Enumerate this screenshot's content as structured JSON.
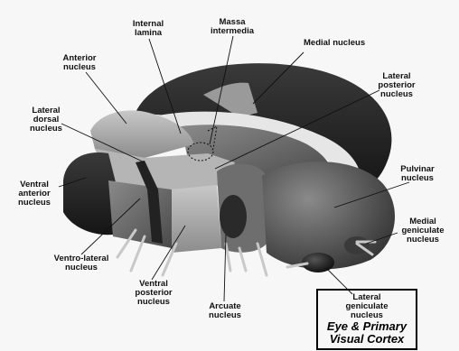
{
  "labels": {
    "internal_lamina": "Internal\nlamina",
    "massa_intermedia": "Massa\nintermedia",
    "medial_nucleus": "Medial nucleus",
    "anterior_nucleus": "Anterior\nnucleus",
    "lateral_posterior_nucleus": "Lateral\nposterior\nnucleus",
    "lateral_dorsal_nucleus": "Lateral\ndorsal\nnucleus",
    "pulvinar_nucleus": "Pulvinar\nnucleus",
    "ventral_anterior_nucleus": "Ventral\nanterior\nnucleus",
    "medial_geniculate_nucleus": "Medial\ngeniculate\nnucleus",
    "ventro_lateral_nucleus": "Ventro-lateral\nnucleus",
    "ventral_posterior_nucleus": "Ventral\nposterior\nnucleus",
    "arcuate_nucleus": "Arcuate\nnucleus",
    "lateral_geniculate_nucleus": "Lateral\ngeniculate\nnucleus"
  },
  "caption": "Eye & Primary\nVisual Cortex"
}
